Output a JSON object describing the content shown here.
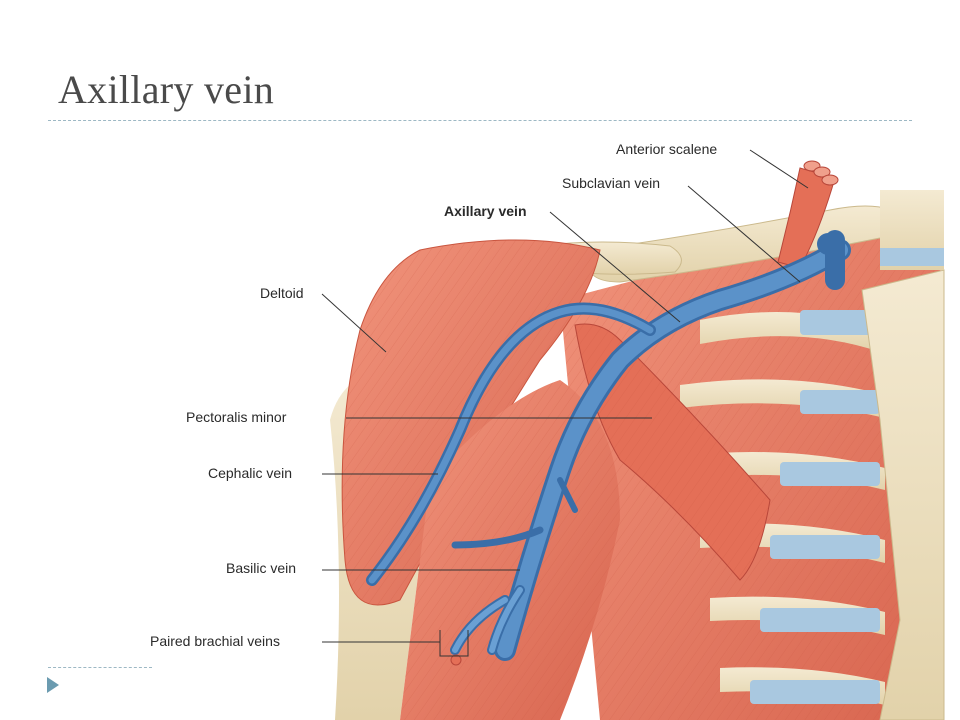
{
  "slide": {
    "title": "Axillary vein"
  },
  "labels": {
    "anterior_scalene": "Anterior scalene",
    "subclavian_vein": "Subclavian vein",
    "axillary_vein": "Axillary vein",
    "deltoid": "Deltoid",
    "pectoralis_minor": "Pectoralis minor",
    "cephalic_vein": "Cephalic vein",
    "basilic_vein": "Basilic vein",
    "paired_brachial_veins": "Paired brachial veins"
  },
  "colors": {
    "muscle": "#e8806a",
    "muscle_dark": "#d4634f",
    "vein": "#4f86c0",
    "vein_light": "#7fb0dc",
    "bone": "#efe3c4",
    "cartilage": "#a9c8e0",
    "accent": "#6b9bb0"
  }
}
